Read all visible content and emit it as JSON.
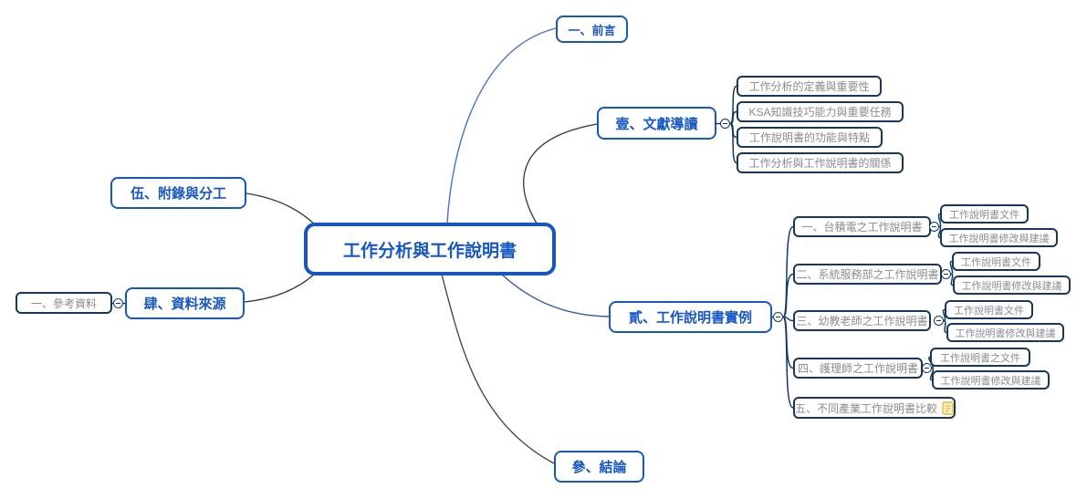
{
  "page": {
    "background": "#ffffff"
  },
  "colors": {
    "primary_blue": "#1757c2",
    "central_border": "#1556c4",
    "navy_border": "#17375e",
    "gray_text": "#8c8c8c",
    "branch_blue": "#4472c4",
    "branch_dark": "#3a3a3a",
    "icon_yellow": "#e8b931"
  },
  "map": {
    "central": {
      "label": "工作分析與工作說明書"
    },
    "intro": {
      "label": "一、前言"
    },
    "literature": {
      "label": "壹、文獻導讀",
      "children": [
        {
          "label": "工作分析的定義與重要性"
        },
        {
          "label": "KSA知識技巧能力與重要任務"
        },
        {
          "label": "工作說明書的功能與特點"
        },
        {
          "label": "工作分析與工作說明書的關係"
        }
      ]
    },
    "examples": {
      "label": "貳、工作說明書實例",
      "children": [
        {
          "label": "一、台積電之工作說明書",
          "children": [
            {
              "label": "工作說明書文件"
            },
            {
              "label": "工作說明書修改與建議"
            }
          ]
        },
        {
          "label": "二、系統服務部之工作說明書",
          "children": [
            {
              "label": "工作說明書文件"
            },
            {
              "label": "工作說明書修改與建議"
            }
          ]
        },
        {
          "label": "三、幼教老師之工作說明書",
          "children": [
            {
              "label": "工作說明書文件"
            },
            {
              "label": "工作說明書修改與建議"
            }
          ]
        },
        {
          "label": "四、護理師之工作說明書",
          "children": [
            {
              "label": "工作說明書之文件"
            },
            {
              "label": "工作說明書修改與建議"
            }
          ]
        },
        {
          "label": "五、不同產業工作說明書比較",
          "icon": "document-icon"
        }
      ]
    },
    "conclusion": {
      "label": "參、結論"
    },
    "sources": {
      "label": "肆、資料來源",
      "children": [
        {
          "label": "一、參考資料"
        }
      ]
    },
    "appendix": {
      "label": "伍、附錄與分工"
    }
  }
}
